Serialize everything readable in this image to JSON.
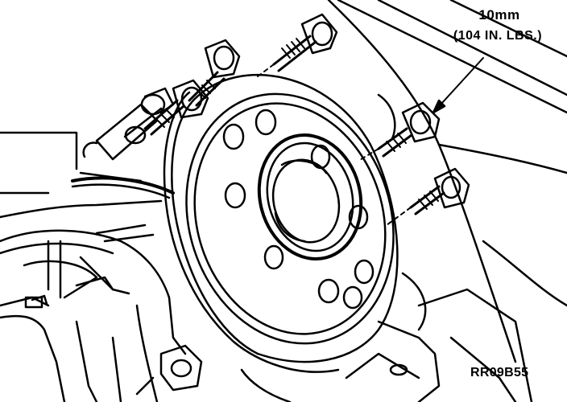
{
  "callout": {
    "size": "10mm",
    "torque": "(104 IN. LBS.)"
  },
  "figure_code": "RR09B55",
  "colors": {
    "ink": "#000000",
    "paper": "#ffffff"
  }
}
